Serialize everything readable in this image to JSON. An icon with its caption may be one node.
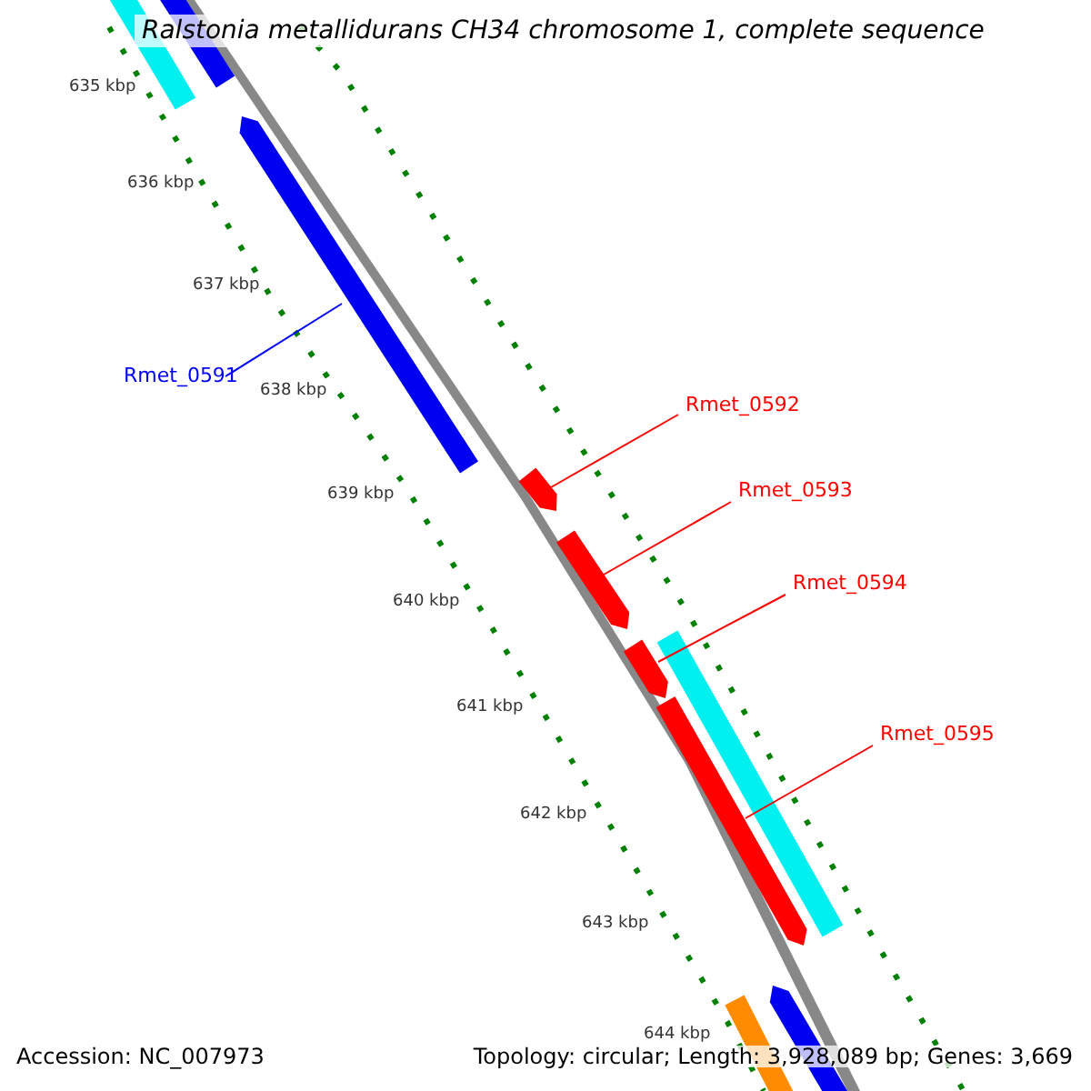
{
  "diagram": {
    "title": "Ralstonia metallidurans CH34 chromosome 1, complete sequence",
    "nodes": [
      {
        "text": [
          "Rmet_0591"
        ]
      },
      {
        "text": [],
        "shape": "bar"
      },
      {
        "text": [
          "Rmet_0592"
        ]
      },
      {
        "text": [],
        "shape": "bar"
      },
      {
        "text": [
          "Rmet_0593"
        ]
      },
      {
        "text": [],
        "shape": "bar"
      },
      {
        "text": [
          "Rmet_0594"
        ]
      },
      {
        "text": [],
        "shape": "bar"
      },
      {
        "text": [
          "Rmet_0595"
        ]
      },
      {
        "text": [],
        "shape": "bar"
      }
    ],
    "edges": [
      {
        "from": 0,
        "to": 1,
        "arrow": "none",
        "color": "#0000ff"
      },
      {
        "from": 2,
        "to": 3,
        "arrow": "none"
      },
      {
        "from": 4,
        "to": 5,
        "arrow": "none"
      },
      {
        "from": 6,
        "to": 7,
        "arrow": "none"
      },
      {
        "from": 8,
        "to": 9,
        "arrow": "none"
      }
    ],
    "labels": [
      "635 kbp",
      "636 kbp",
      "637 kbp",
      "638 kbp",
      "639 kbp",
      "640 kbp",
      "641 kbp",
      "642 kbp",
      "643 kbp",
      "644 kbp",
      "Accession: NC_007973",
      "Topology: circular; Length: 3,928,089 bp; Genes: 3,669"
    ]
  }
}
